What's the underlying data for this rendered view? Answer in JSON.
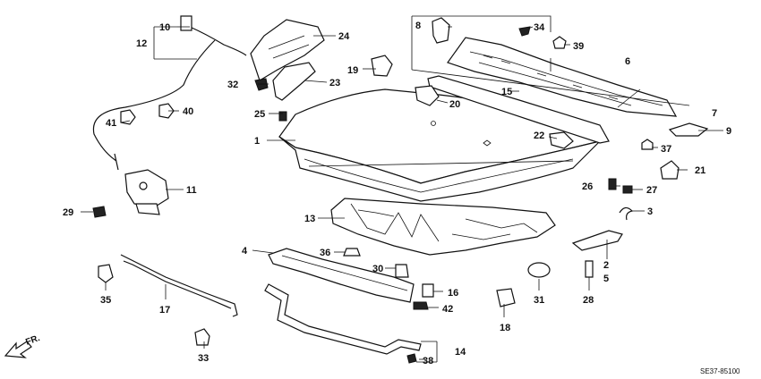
{
  "diagram": {
    "code": "SE37-85100",
    "front_arrow_label": "FR.",
    "labels": {
      "l1": "1",
      "l2": "2",
      "l3": "3",
      "l4": "4",
      "l5": "5",
      "l6": "6",
      "l7": "7",
      "l8": "8",
      "l9": "9",
      "l10": "10",
      "l11": "11",
      "l12": "12",
      "l13": "13",
      "l14": "14",
      "l15": "15",
      "l16": "16",
      "l17": "17",
      "l18": "18",
      "l19": "19",
      "l20": "20",
      "l21": "21",
      "l22": "22",
      "l23": "23",
      "l24": "24",
      "l25": "25",
      "l26": "26",
      "l27": "27",
      "l28": "28",
      "l29": "29",
      "l30": "30",
      "l31": "31",
      "l32": "32",
      "l33": "33",
      "l34": "34",
      "l35": "35",
      "l36": "36",
      "l37": "37",
      "l38": "38",
      "l39": "39",
      "l40": "40",
      "l41": "41",
      "l42": "42"
    }
  }
}
